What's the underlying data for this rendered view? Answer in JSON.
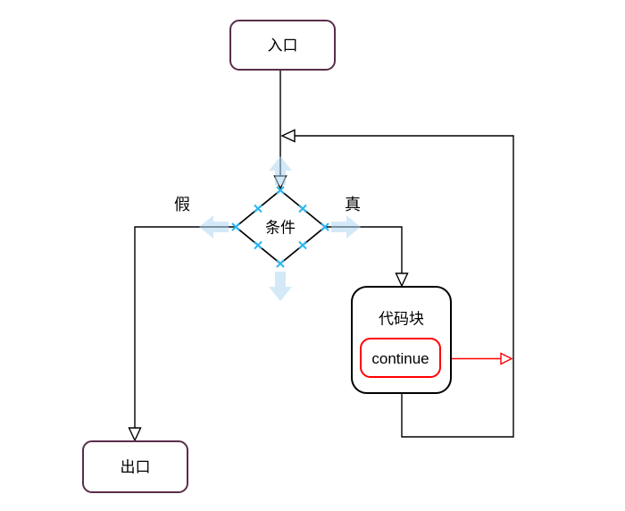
{
  "diagram": {
    "nodes": [
      {
        "id": "entry",
        "label": "入口",
        "shape": "rounded-rect",
        "border_color": "#5a2d4a"
      },
      {
        "id": "condition",
        "label": "条件",
        "shape": "diamond",
        "border_color": "#000000",
        "selected": true
      },
      {
        "id": "code-block",
        "label": "代码块",
        "shape": "rounded-rect",
        "border_color": "#000000"
      },
      {
        "id": "continue",
        "label": "continue",
        "shape": "rounded-rect",
        "border_color": "#ff0000"
      },
      {
        "id": "exit",
        "label": "出口",
        "shape": "rounded-rect",
        "border_color": "#5a2d4a"
      }
    ],
    "edges": [
      {
        "id": "entry-to-condition",
        "from": "entry",
        "to": "condition",
        "label": "",
        "color": "#000000"
      },
      {
        "id": "condition-false-exit",
        "from": "condition",
        "to": "exit",
        "label": "假",
        "color": "#000000"
      },
      {
        "id": "condition-true-code",
        "from": "condition",
        "to": "code-block",
        "label": "真",
        "color": "#000000"
      },
      {
        "id": "code-loop-back",
        "from": "code-block",
        "to": "condition",
        "label": "",
        "color": "#000000"
      },
      {
        "id": "continue-jump",
        "from": "continue",
        "to": "loop-edge",
        "label": "",
        "color": "#ff0000"
      }
    ],
    "edge_labels": {
      "false_label": "假",
      "true_label": "真"
    },
    "colors": {
      "background": "#ffffff",
      "edge": "#000000",
      "terminal_border": "#5a2d4a",
      "node_border": "#000000",
      "continue_accent": "#ff0000",
      "selection_blue": "#29b6f2",
      "hover_arrow_blue": "#aed7f2"
    }
  }
}
